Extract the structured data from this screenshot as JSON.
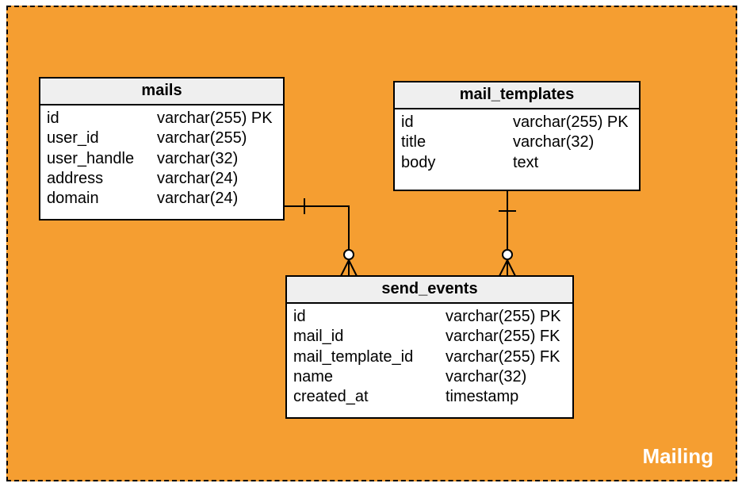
{
  "group": {
    "label": "Mailing",
    "color": "#f59e31"
  },
  "entities": {
    "mails": {
      "name": "mails",
      "columns": [
        {
          "name": "id",
          "type": "varchar(255) PK"
        },
        {
          "name": "user_id",
          "type": "varchar(255)"
        },
        {
          "name": "user_handle",
          "type": "varchar(32)"
        },
        {
          "name": "address",
          "type": "varchar(24)"
        },
        {
          "name": "domain",
          "type": "varchar(24)"
        }
      ]
    },
    "mail_templates": {
      "name": "mail_templates",
      "columns": [
        {
          "name": "id",
          "type": "varchar(255) PK"
        },
        {
          "name": "title",
          "type": "varchar(32)"
        },
        {
          "name": "body",
          "type": "text"
        }
      ]
    },
    "send_events": {
      "name": "send_events",
      "columns": [
        {
          "name": "id",
          "type": "varchar(255) PK"
        },
        {
          "name": "mail_id",
          "type": "varchar(255) FK"
        },
        {
          "name": "mail_template_id",
          "type": "varchar(255) FK"
        },
        {
          "name": "name",
          "type": "varchar(32)"
        },
        {
          "name": "created_at",
          "type": "timestamp"
        }
      ]
    }
  },
  "relationships": [
    {
      "from": "mails",
      "to": "send_events",
      "from_cardinality": "one",
      "to_cardinality": "zero-or-many"
    },
    {
      "from": "mail_templates",
      "to": "send_events",
      "from_cardinality": "one",
      "to_cardinality": "zero-or-many"
    }
  ]
}
